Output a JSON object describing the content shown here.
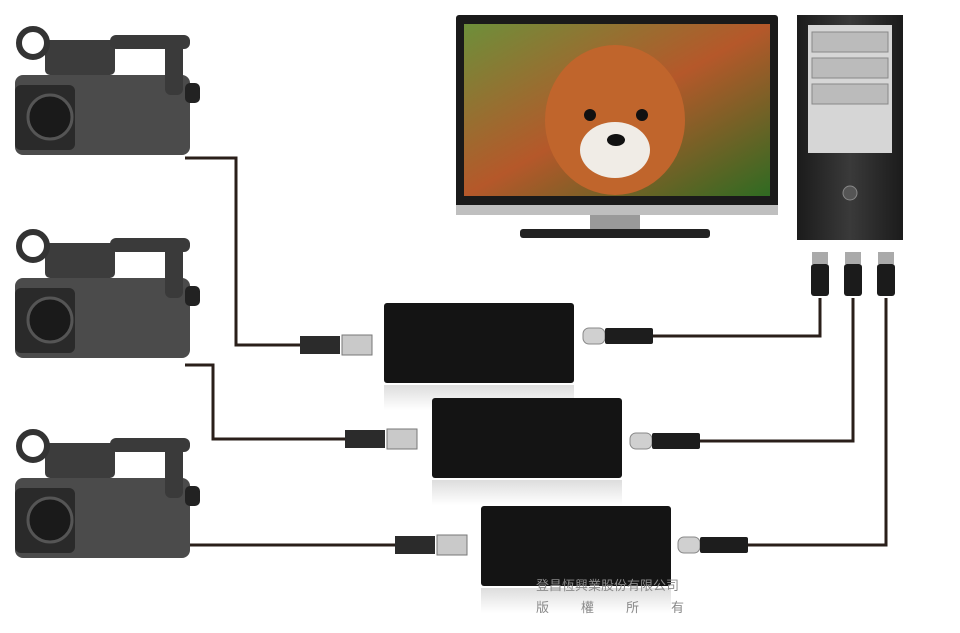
{
  "watermark": {
    "company": "登昌恆興業股份有限公司",
    "rights": [
      "版",
      "權",
      "所",
      "有"
    ]
  },
  "colors": {
    "cable": "#2a1f1a",
    "device": "#141414",
    "camera": "#4a4a4a"
  }
}
